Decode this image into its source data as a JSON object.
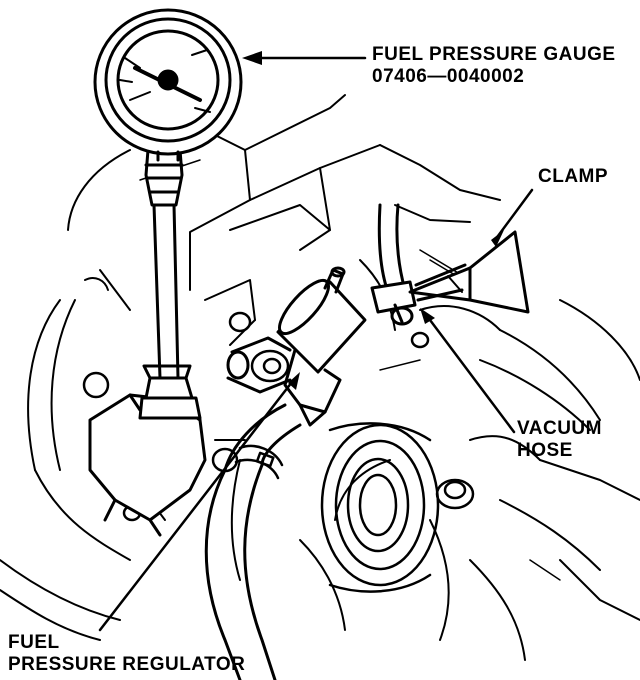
{
  "labels": {
    "gauge_line1": "FUEL PRESSURE GAUGE",
    "gauge_line2": "07406—0040002",
    "clamp": "CLAMP",
    "vacuum_line1": "VACUUM",
    "vacuum_line2": "HOSE",
    "regulator_line1": "FUEL",
    "regulator_line2": "PRESSURE REGULATOR"
  }
}
